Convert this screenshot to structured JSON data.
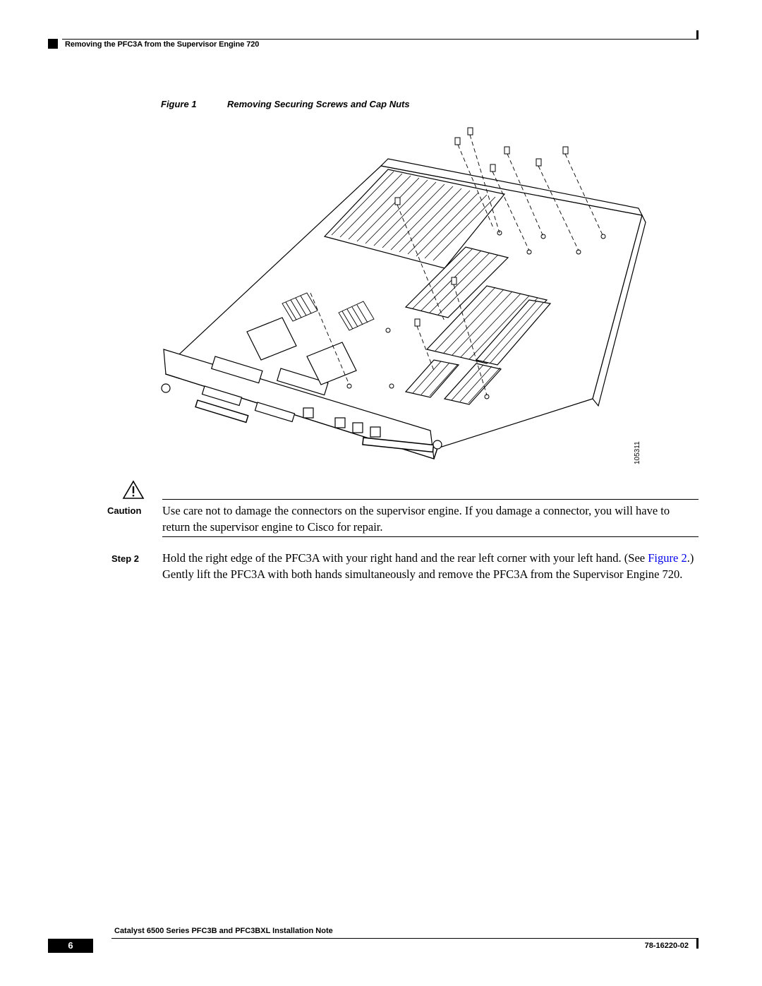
{
  "header": {
    "section_title": "Removing the PFC3A from the Supervisor Engine 720"
  },
  "figure": {
    "number_label": "Figure 1",
    "title": "Removing Securing Screws and Cap Nuts",
    "art_id": "105311"
  },
  "caution": {
    "label": "Caution",
    "text": "Use care not to damage the connectors on the supervisor engine. If you damage a connector, you will have to return the supervisor engine to Cisco for repair."
  },
  "step": {
    "label": "Step 2",
    "text_before": "Hold the right edge of the PFC3A with your right hand and the rear left corner with your left hand. (See ",
    "link_text": "Figure 2",
    "text_after": ".) Gently lift the PFC3A with both hands simultaneously and remove the PFC3A from the Supervisor Engine 720."
  },
  "footer": {
    "doc_title": "Catalyst 6500 Series PFC3B and PFC3BXL Installation Note",
    "page_number": "6",
    "doc_number": "78-16220-02"
  }
}
